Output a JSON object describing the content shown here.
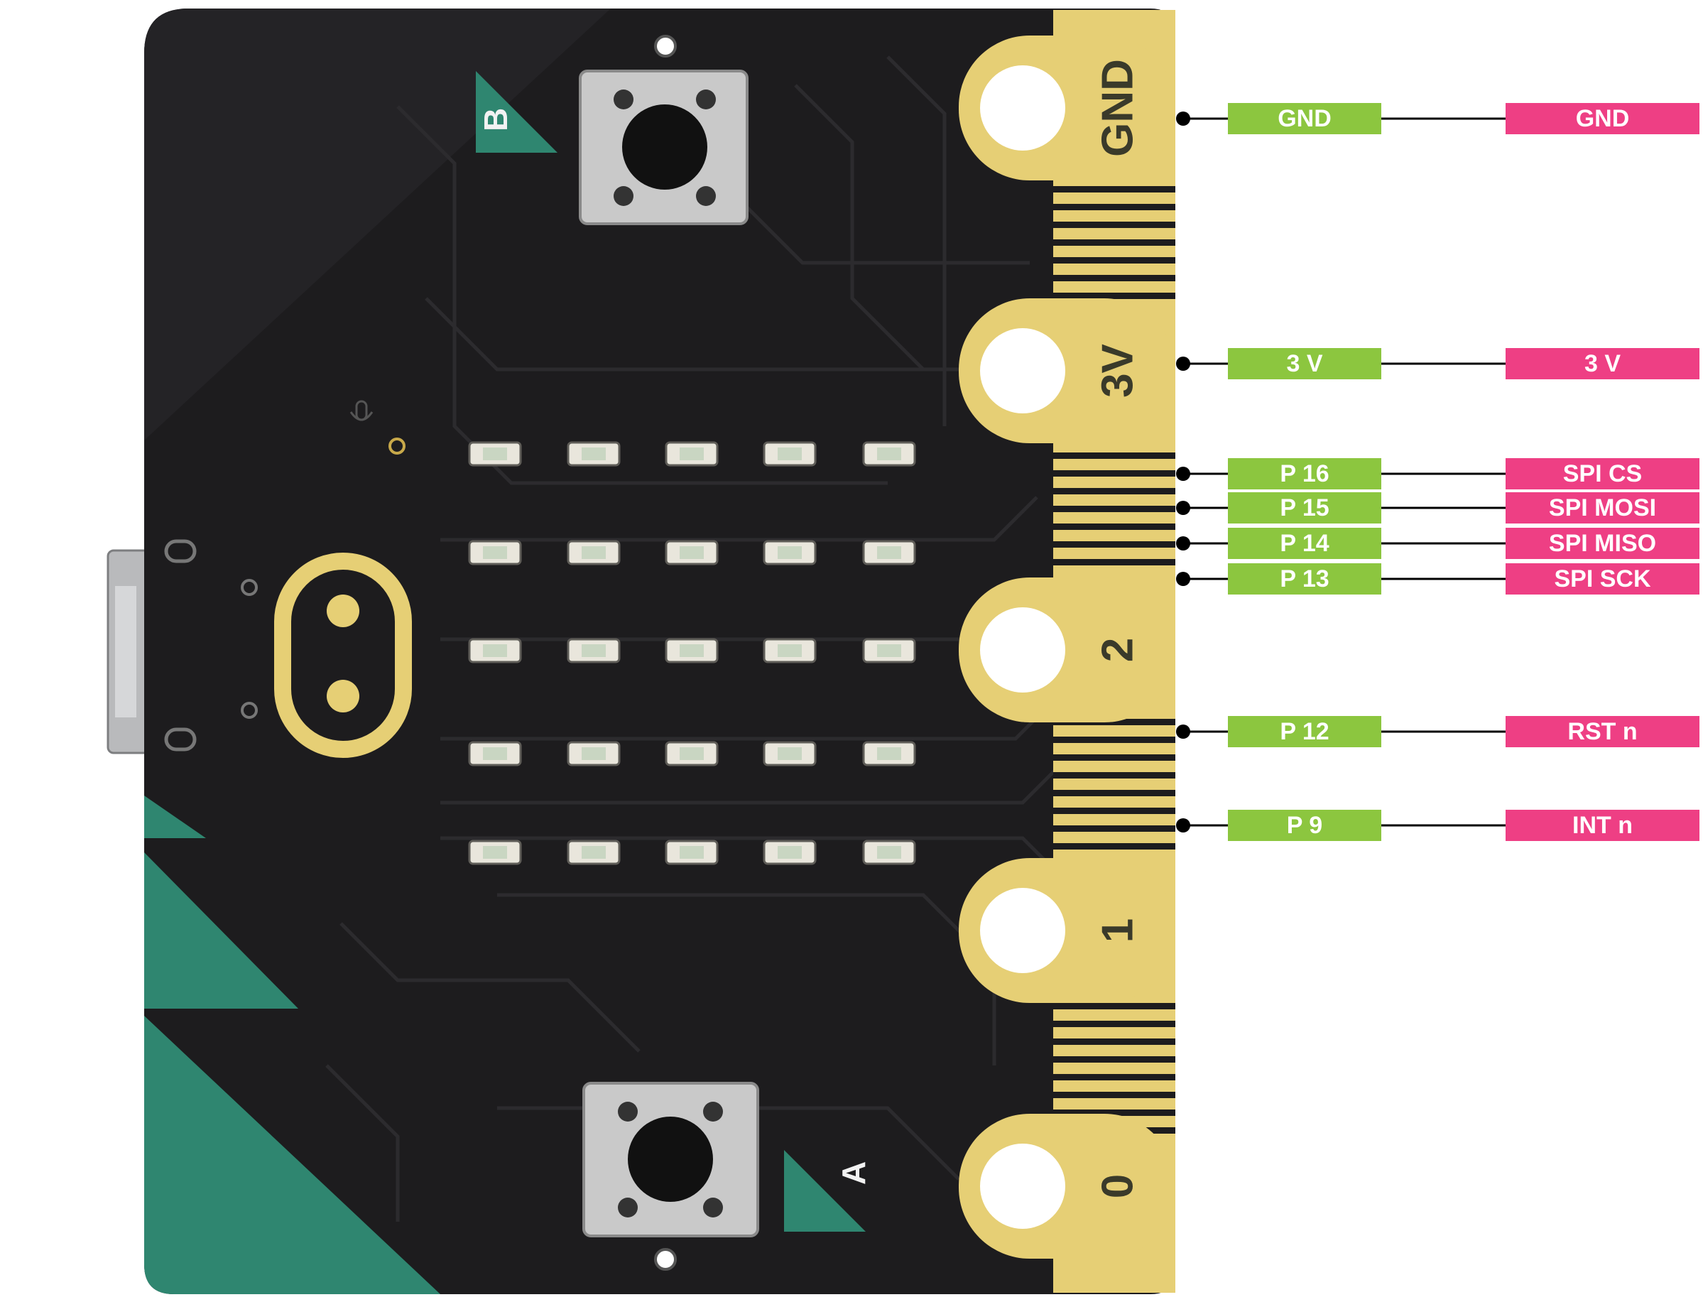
{
  "board": {
    "edge_labels": [
      "GND",
      "3V",
      "2",
      "1",
      "0"
    ],
    "button_labels": {
      "top": "B",
      "bottom": "A"
    },
    "colors": {
      "pcb": "#1d1c1e",
      "pcb_trace": "#2c2b2e",
      "gold": "#e6cf75",
      "teal": "#2f8670",
      "pin_label": "#8cc63f",
      "function_label": "#ee3f84"
    },
    "icons": [
      "microphone-icon",
      "logo-icon"
    ]
  },
  "pin_map": [
    {
      "pin": "GND",
      "function": "GND"
    },
    {
      "pin": "3 V",
      "function": "3 V"
    },
    {
      "pin": "P 16",
      "function": "SPI CS"
    },
    {
      "pin": "P 15",
      "function": "SPI MOSI"
    },
    {
      "pin": "P 14",
      "function": "SPI MISO"
    },
    {
      "pin": "P 13",
      "function": "SPI SCK"
    },
    {
      "pin": "P 12",
      "function": "RST n"
    },
    {
      "pin": "P 9",
      "function": "INT n"
    }
  ]
}
